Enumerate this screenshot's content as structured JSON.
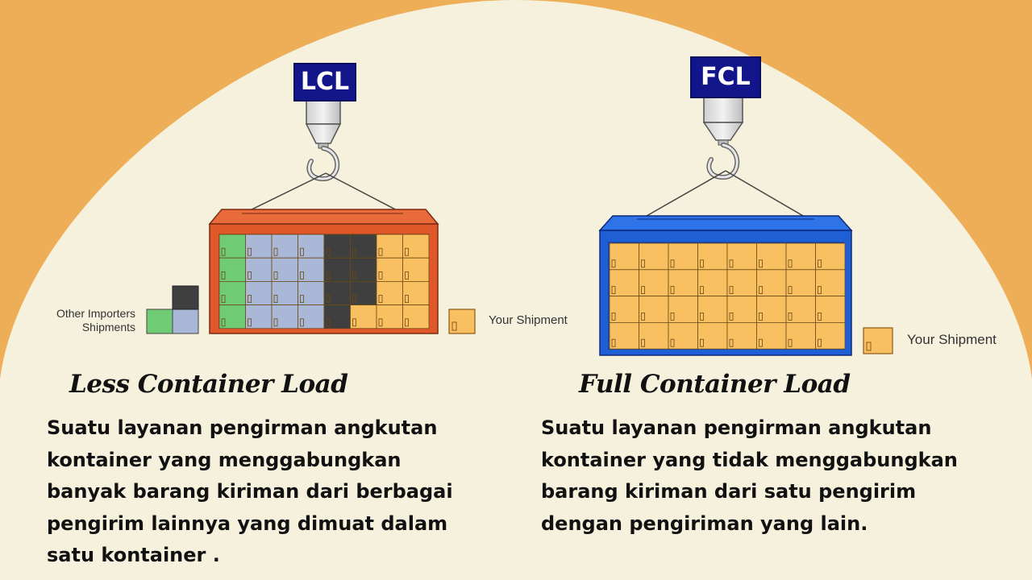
{
  "colors": {
    "background": "#EEAE57",
    "arch": "#F5F1DC",
    "lcl_container": "#E0582A",
    "fcl_container": "#1F5FD6",
    "crane_label": "#12168A",
    "box_yellow": "#F8C060",
    "box_green": "#6FCB74",
    "box_blue": "#A9B8D6",
    "box_dark": "#3F3F3F"
  },
  "lcl": {
    "crane_label": "LCL",
    "heading": "Less Container Load",
    "description": "Suatu layanan pengirman angkutan\nkontainer yang menggabungkan\nbanyak barang  kiriman dari berbagai\npengirim lainnya yang dimuat dalam\nsatu kontainer .",
    "other_label": "Other Importers\nShipments",
    "your_label": "Your Shipment"
  },
  "fcl": {
    "crane_label": "FCL",
    "heading": "Full Container Load",
    "description": "Suatu layanan pengirman angkutan\nkontainer yang tidak menggabungkan\nbarang  kiriman dari satu  pengirim\ndengan pengiriman yang lain.",
    "your_label": "Your Shipment"
  }
}
